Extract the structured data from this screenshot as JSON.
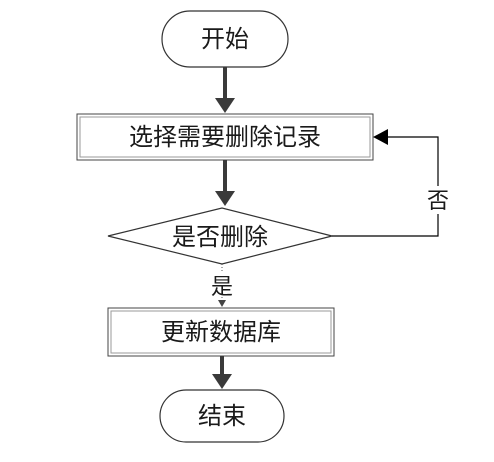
{
  "diagram": {
    "nodes": {
      "start": {
        "label": "开始"
      },
      "select": {
        "label": "选择需要删除记录"
      },
      "decision": {
        "label": "是否删除"
      },
      "update": {
        "label": "更新数据库"
      },
      "end": {
        "label": "结束"
      }
    },
    "edges": {
      "yes_label": "是",
      "no_label": "否"
    }
  }
}
